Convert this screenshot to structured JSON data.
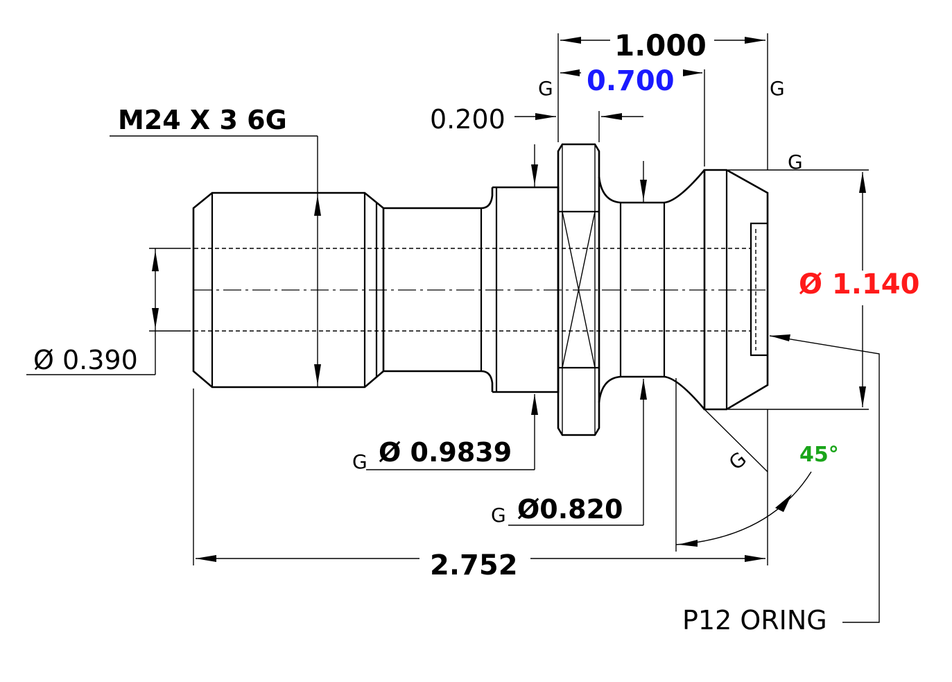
{
  "part": "retention knob",
  "dimensions": {
    "thread": "M24 X 3 6G",
    "bore_dia": "Ø 0.390",
    "total_length": "2.752",
    "top_length": "1.000",
    "flange_to_taper": "0.700",
    "flange_width": "0.200",
    "shank_dia": "Ø 0.9839",
    "neck_dia": "Ø0.820",
    "head_dia": "Ø 1.140",
    "angle": "45°",
    "oring": "P12 ORING"
  },
  "grind_marks": [
    "G",
    "G",
    "G",
    "G",
    "G",
    "G"
  ],
  "colors": {
    "outline": "#000000",
    "highlight_blue": "#1a1aff",
    "highlight_red": "#ff1a1a",
    "highlight_green": "#1aa51a"
  }
}
